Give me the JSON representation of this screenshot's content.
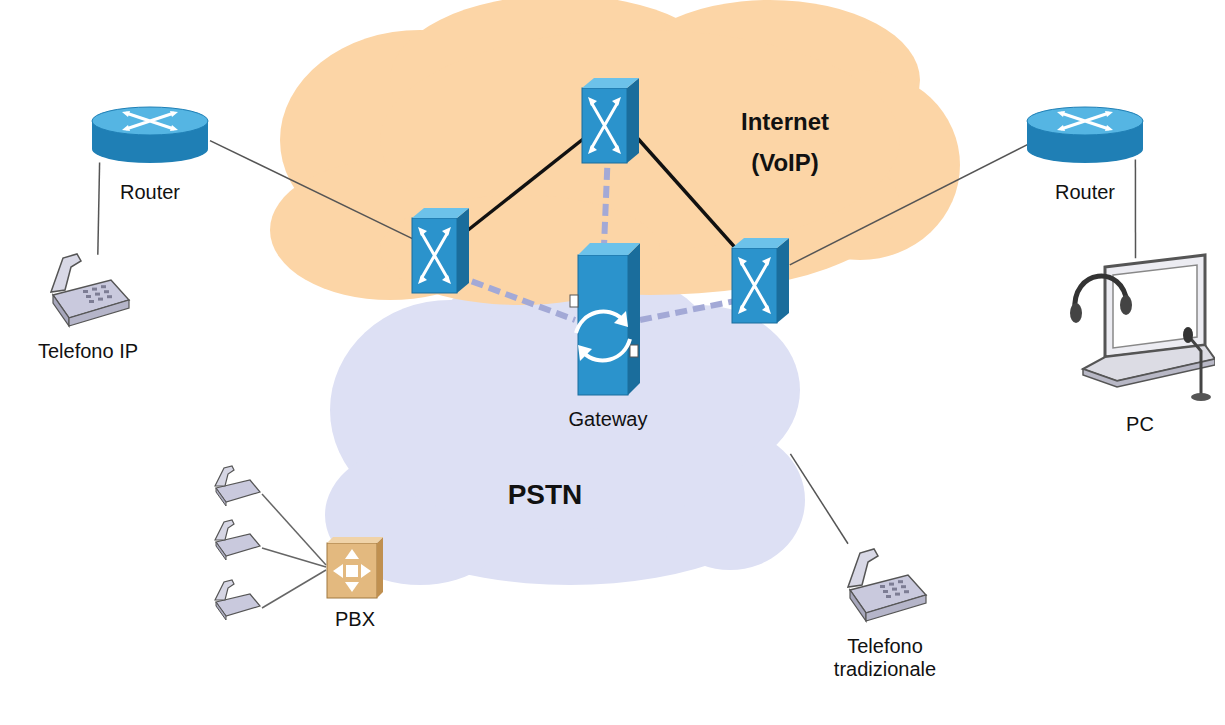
{
  "diagram": {
    "nodes": [
      {
        "text": [
          "Router"
        ]
      },
      {
        "text": [
          "Internet (VoIP)"
        ]
      },
      {
        "text": [
          "Router"
        ]
      },
      {
        "text": [
          "Telefono IP"
        ]
      },
      {
        "text": [
          "Gateway"
        ]
      },
      {
        "text": [
          "PC"
        ]
      },
      {
        "text": [
          "PSTN"
        ]
      },
      {
        "text": [
          "PBX"
        ]
      },
      {
        "text": [
          "Telefono tradizionale"
        ]
      }
    ],
    "edges": [
      {
        "from": 0,
        "to": 3,
        "arrow": "none"
      },
      {
        "from": 0,
        "to": 1,
        "arrow": "none"
      },
      {
        "from": 2,
        "to": 1,
        "arrow": "none"
      },
      {
        "from": 2,
        "to": 5,
        "arrow": "none"
      },
      {
        "from": 6,
        "to": 8,
        "arrow": "none"
      }
    ]
  }
}
